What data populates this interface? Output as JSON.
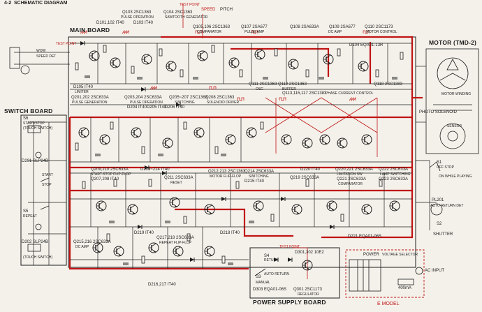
{
  "header": {
    "section": "4-2",
    "title": "SCHEMATIC DIAGRAM"
  },
  "boards": {
    "main": "MAIN BOARD",
    "switch": "SWITCH BOARD",
    "power_supply": "POWER SUPPLY BOARD",
    "motor": "MOTOR (TMD-2)",
    "emodel": "E MODEL"
  },
  "stages": {
    "q103": "Q103 2SC1363",
    "pulse_op": "PULSE OPERATION",
    "q104": "Q104 2SC1363",
    "sawtooth": "SAWTOOTH GENERATOR",
    "test_point": "TEST POINT",
    "speed": "SPEED",
    "pitch": "PITCH",
    "d101": "D101,102 IT40",
    "d103": "D103 IT40",
    "q105": "Q105,106 2SC1363",
    "comparator": "COMPARATOR",
    "q107": "Q107 2SA677",
    "pulse_amp": "PULSE AMP",
    "q108": "Q108 2SA633A",
    "q109": "Q109 2SA677",
    "dc_amp": "DC AMP",
    "q110": "Q110 2SC1173",
    "motor_ctrl": "MOTOR CONTROL",
    "d104": "D104 EQA01-13R",
    "wow": "WOW",
    "speed_det": "SPEED DET",
    "d105": "D105 IT40",
    "limiter": "LIMITER",
    "q201": "Q201,202 2SC633A",
    "pulse_gen": "PULSE GENERATION",
    "q203": "Q203,204 2SC633A",
    "q205": "Q205~207 2SC1363",
    "switching": "SWITCHING",
    "q208": "Q208 2SC1363",
    "solenoid": "SOLENOID DRIVER",
    "q111": "Q111 2SC1363",
    "osc": "OSC",
    "q112": "Q112 2SC1363",
    "buffer": "BUFFER",
    "q113": "Q113,115,117 2SC1383",
    "phase_curr": "PHASE CURRENT CONTROL",
    "q118": "Q118 2SC1383",
    "d204": "D204 IT40",
    "d205": "D205 IT40",
    "d206": "D206 IT40",
    "q209": "Q209,210 2SC633A",
    "ff": "START-STOP FLIP-FLOP",
    "q207": "Q207,208 IT40",
    "d209": "D209~214 IT40",
    "q211": "Q211 2SC633A",
    "reset": "RESET",
    "q212": "Q212,213 2SC1363",
    "motor_ff": "MOTOR FLIP-FLOP",
    "q214": "Q214 2SC633A",
    "d215": "D215 IT40",
    "d220": "D220 IT40",
    "q219": "Q219 2SC633A",
    "q220": "Q220,221 2SC633A",
    "lim_sw": "LIMITATION SW",
    "q221": "Q221 2SC633A",
    "q222": "Q222 2SC633A",
    "lamp_sw": "LAMP SWITCHING",
    "q223": "Q223 2SC633A",
    "d219": "D219 IT40",
    "q215": "Q215,216 2SC633A",
    "q217": "Q217,218 2SC633A",
    "repeat_ff": "REPEAT FLIP-FLOP",
    "d216": "D216,217 IT40",
    "d218": "D218 IT40",
    "d221": "D221 EQA01-06S",
    "d301": "D301,302 10E2",
    "d303": "D303 EQA01-06S",
    "q301": "Q301 2SC1173",
    "regulator": "REGULATOR",
    "return": "RETURN",
    "auto_return": "AUTO RETURN",
    "manual": "MANUAL",
    "auto_ret_det": "AUTO RETURN DET",
    "shutter": "SHUTTER",
    "off_stop": "OFF STOP",
    "on_while": "ON WHILE PLAYING",
    "s1": "S1",
    "s3": "S3",
    "s4": "S4",
    "sensor": "SENSOR",
    "photo_sol": "PHOTO SOLENOID",
    "motor_winding": "MOTOR WINDING",
    "d201": "D201 SLP24B",
    "start_stop": "START/STOP",
    "touch_sw": "(TOUCH SWITCH)",
    "d202": "D202 SLP24B",
    "s6": "S6",
    "start": "START",
    "stop": "STOP",
    "repeat": "REPEAT",
    "s5": "S5",
    "dc_amp2": "DC AMP",
    "pl201": "PL201",
    "s2": "S2",
    "power": "POWER",
    "ac_input": "AC INPUT",
    "fuse": "400mA",
    "volt_sel": "VOLTAGE SELECTOR"
  },
  "colors": {
    "ink": "#1d1d1d",
    "red": "#c01515",
    "paper": "#f4f1ea"
  }
}
